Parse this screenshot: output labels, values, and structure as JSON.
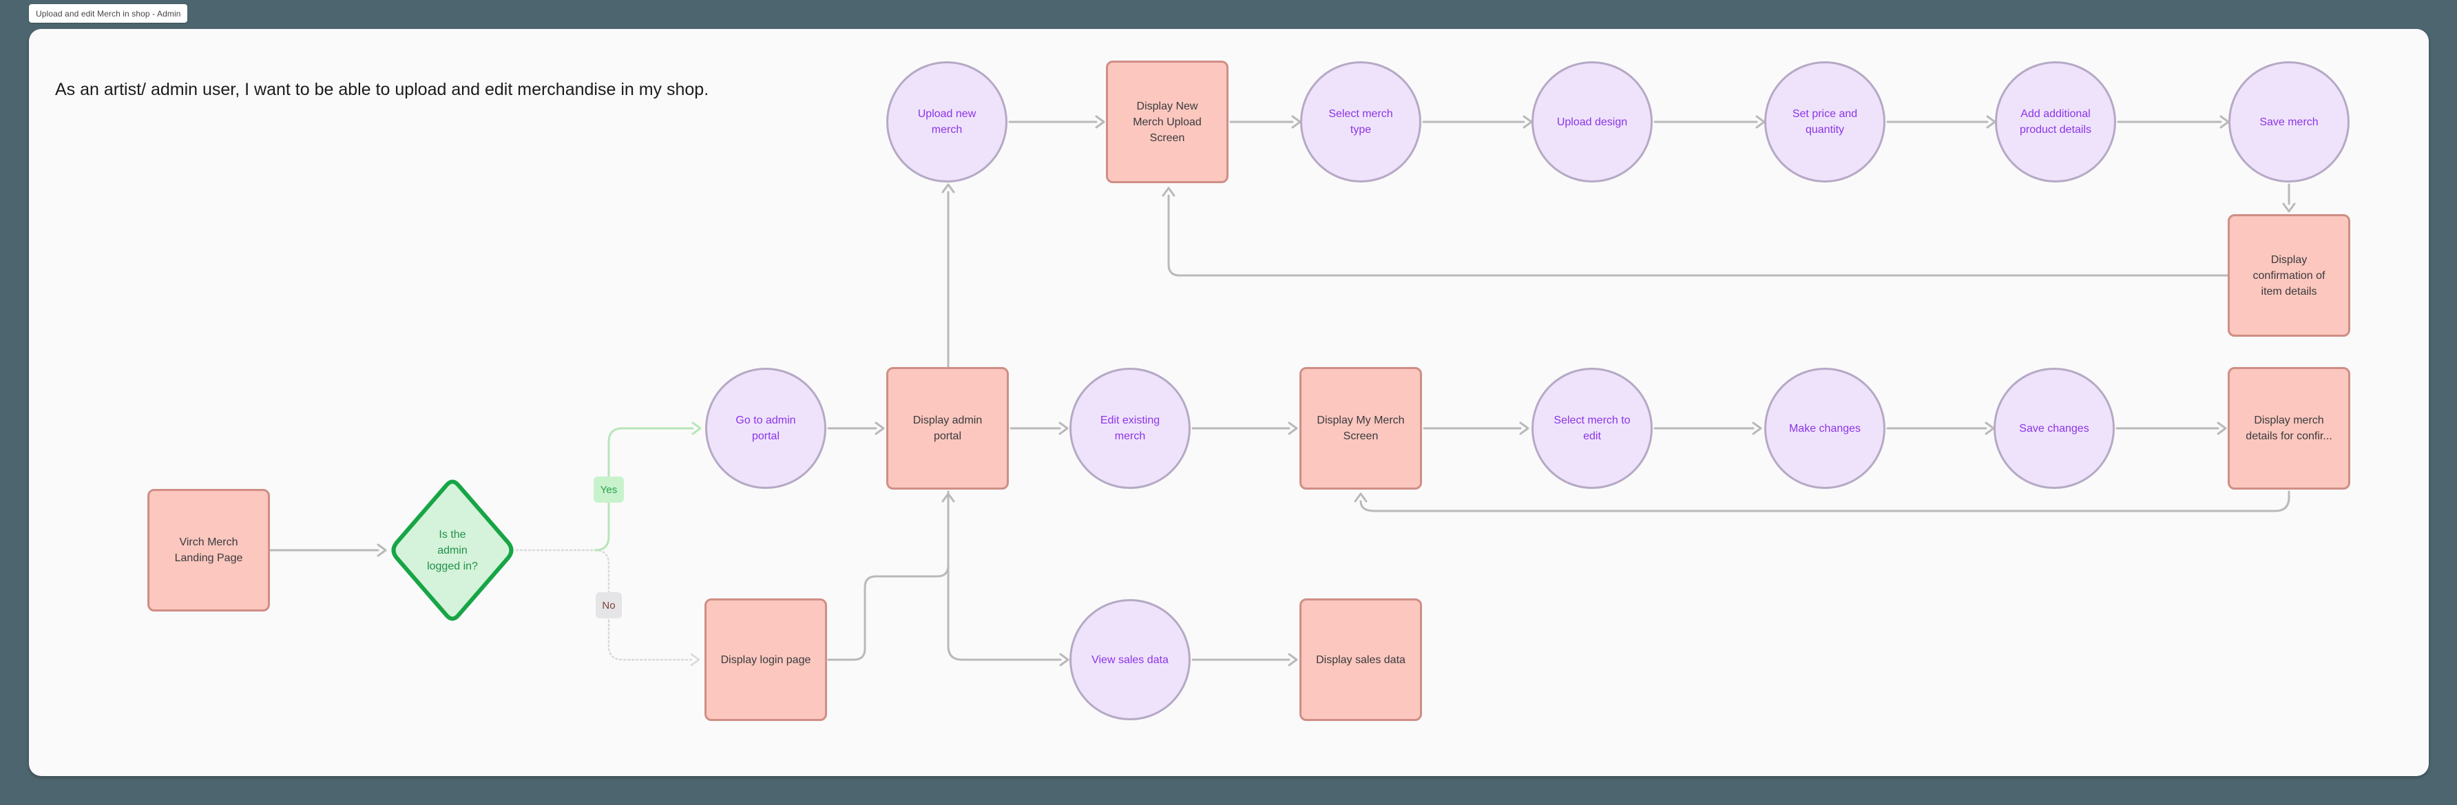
{
  "window": {
    "tab_title": "Upload and edit Merch in shop - Admin"
  },
  "story": {
    "text": "As an artist/ admin user, I want to be able to upload and edit merchandise in my shop."
  },
  "branch_labels": {
    "yes": "Yes",
    "no": "No"
  },
  "colors": {
    "desktop_background": "#4d656e",
    "canvas_background": "#fafafa",
    "screen_node_fill": "#fbc7be",
    "screen_node_border": "#cf8e86",
    "action_node_fill": "#efe3fb",
    "action_node_border": "#b5a9c5",
    "action_node_text": "#8b34e8",
    "decision_fill": "#d5f3da",
    "decision_border": "#17a546",
    "decision_text": "#1f9048",
    "yes_label_bg": "#c8f2cc",
    "yes_label_text": "#27a14b",
    "yes_line": "#b7e6b9",
    "no_label_bg": "#e5e4e6",
    "no_label_text": "#7a453f",
    "connector_gray": "#b9b9b9",
    "connector_faint": "#d9d9d9"
  },
  "diagram": {
    "nodes": [
      {
        "id": "virch-merch-landing-page",
        "type": "screen",
        "label": "Virch Merch\nLanding Page"
      },
      {
        "id": "is-admin-logged-in",
        "type": "decision",
        "label": "Is the\nadmin\nlogged in?"
      },
      {
        "id": "go-to-admin-portal",
        "type": "action",
        "label": "Go to admin\nportal"
      },
      {
        "id": "display-admin-portal",
        "type": "screen",
        "label": "Display admin\nportal"
      },
      {
        "id": "upload-new-merch",
        "type": "action",
        "label": "Upload new\nmerch"
      },
      {
        "id": "display-new-merch-upload-screen",
        "type": "screen",
        "label": "Display New\nMerch Upload\nScreen"
      },
      {
        "id": "select-merch-type",
        "type": "action",
        "label": "Select merch\ntype"
      },
      {
        "id": "upload-design",
        "type": "action",
        "label": "Upload design"
      },
      {
        "id": "set-price-and-quantity",
        "type": "action",
        "label": "Set price and\nquantity"
      },
      {
        "id": "add-additional-product-details",
        "type": "action",
        "label": "Add additional\nproduct details"
      },
      {
        "id": "save-merch",
        "type": "action",
        "label": "Save merch"
      },
      {
        "id": "display-confirmation-of-item-details",
        "type": "screen",
        "label": "Display\nconfirmation of\nitem details"
      },
      {
        "id": "edit-existing-merch",
        "type": "action",
        "label": "Edit existing\nmerch"
      },
      {
        "id": "display-my-merch-screen",
        "type": "screen",
        "label": "Display My Merch\nScreen"
      },
      {
        "id": "select-merch-to-edit",
        "type": "action",
        "label": "Select merch to\nedit"
      },
      {
        "id": "make-changes",
        "type": "action",
        "label": "Make changes"
      },
      {
        "id": "save-changes",
        "type": "action",
        "label": "Save changes"
      },
      {
        "id": "display-merch-details-for-confirmation",
        "type": "screen",
        "label": "Display merch\ndetails for confir..."
      },
      {
        "id": "display-login-page",
        "type": "screen",
        "label": "Display login page"
      },
      {
        "id": "view-sales-data",
        "type": "action",
        "label": "View sales data"
      },
      {
        "id": "display-sales-data",
        "type": "screen",
        "label": "Display sales data"
      }
    ],
    "edges": [
      {
        "from": "virch-merch-landing-page",
        "to": "is-admin-logged-in"
      },
      {
        "from": "is-admin-logged-in",
        "to": "go-to-admin-portal",
        "label": "Yes"
      },
      {
        "from": "is-admin-logged-in",
        "to": "display-login-page",
        "label": "No"
      },
      {
        "from": "go-to-admin-portal",
        "to": "display-admin-portal"
      },
      {
        "from": "display-admin-portal",
        "to": "upload-new-merch"
      },
      {
        "from": "upload-new-merch",
        "to": "display-new-merch-upload-screen"
      },
      {
        "from": "display-new-merch-upload-screen",
        "to": "select-merch-type"
      },
      {
        "from": "select-merch-type",
        "to": "upload-design"
      },
      {
        "from": "upload-design",
        "to": "set-price-and-quantity"
      },
      {
        "from": "set-price-and-quantity",
        "to": "add-additional-product-details"
      },
      {
        "from": "add-additional-product-details",
        "to": "save-merch"
      },
      {
        "from": "save-merch",
        "to": "display-confirmation-of-item-details"
      },
      {
        "from": "display-confirmation-of-item-details",
        "to": "display-new-merch-upload-screen"
      },
      {
        "from": "display-admin-portal",
        "to": "edit-existing-merch"
      },
      {
        "from": "edit-existing-merch",
        "to": "display-my-merch-screen"
      },
      {
        "from": "display-my-merch-screen",
        "to": "select-merch-to-edit"
      },
      {
        "from": "select-merch-to-edit",
        "to": "make-changes"
      },
      {
        "from": "make-changes",
        "to": "save-changes"
      },
      {
        "from": "save-changes",
        "to": "display-merch-details-for-confirmation"
      },
      {
        "from": "display-merch-details-for-confirmation",
        "to": "display-my-merch-screen"
      },
      {
        "from": "display-login-page",
        "to": "display-admin-portal"
      },
      {
        "from": "display-admin-portal",
        "to": "view-sales-data"
      },
      {
        "from": "view-sales-data",
        "to": "display-sales-data"
      }
    ]
  }
}
